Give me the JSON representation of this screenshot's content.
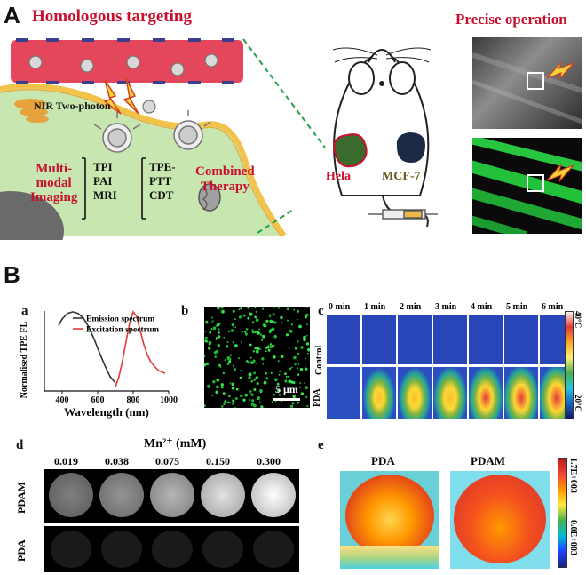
{
  "panel_a": {
    "letter": "A",
    "homologous_title": "Homologous targeting",
    "precise_title": "Precise operation",
    "nir_label": "NIR Two-photon",
    "left_group": [
      "Multi-",
      "modal",
      "Imaging"
    ],
    "mid_group1": [
      "TPI",
      "PAI",
      "MRI"
    ],
    "mid_group2": [
      "TPE-",
      "PTT",
      "CDT"
    ],
    "right_group": [
      "Combined",
      "Therapy"
    ],
    "mouse_labels": {
      "hela": "Hela",
      "mcf7": "MCF-7"
    },
    "colors": {
      "red": "#c8102e",
      "vessel": "#e4475b",
      "cell": "#c8e6b0",
      "membrane": "#f2c24a"
    }
  },
  "panel_b": {
    "letter": "B",
    "sub_a": "a",
    "sub_b": "b",
    "sub_c": "c",
    "scale_bar": "5 μm",
    "thermal": {
      "times": [
        "0 min",
        "1 min",
        "2 min",
        "3 min",
        "4 min",
        "5 min",
        "6 min"
      ],
      "rows": [
        "Control",
        "PDA"
      ],
      "cbar_top": "40°C",
      "cbar_bottom": "20°C"
    }
  },
  "chart_data": {
    "type": "line",
    "ylabel": "Normalised TPE FL",
    "xlabel": "Wavelength (nm)",
    "xlim": [
      300,
      1000
    ],
    "xticks": [
      400,
      600,
      800,
      1000
    ],
    "series": [
      {
        "name": "Emission spectrum",
        "color": "#333333",
        "x": [
          380,
          400,
          430,
          460,
          490,
          520,
          550,
          580,
          610,
          640,
          670,
          700
        ],
        "y": [
          0.82,
          0.9,
          0.97,
          0.99,
          0.97,
          0.91,
          0.8,
          0.65,
          0.48,
          0.32,
          0.18,
          0.1
        ]
      },
      {
        "name": "Excitation spectrum",
        "color": "#e53935",
        "x": [
          700,
          720,
          740,
          760,
          780,
          800,
          820,
          840,
          860,
          880,
          900,
          940,
          980
        ],
        "y": [
          0.05,
          0.18,
          0.38,
          0.62,
          0.85,
          0.99,
          0.93,
          0.75,
          0.58,
          0.45,
          0.36,
          0.26,
          0.22
        ]
      }
    ]
  },
  "panel_d": {
    "letter": "d",
    "title": "Mn²⁺ (mM)",
    "concentrations": [
      "0.019",
      "0.038",
      "0.075",
      "0.150",
      "0.300"
    ],
    "brightness_pdam": [
      0.35,
      0.45,
      0.62,
      0.85,
      1.0
    ],
    "brightness_pda": [
      0.1,
      0.1,
      0.1,
      0.1,
      0.1
    ],
    "rows": [
      "PDAM",
      "PDA"
    ]
  },
  "panel_e": {
    "letter": "e",
    "labels": [
      "PDA",
      "PDAM"
    ],
    "cbar_top": "1.7E+003",
    "cbar_bottom": "0.0E+003"
  }
}
